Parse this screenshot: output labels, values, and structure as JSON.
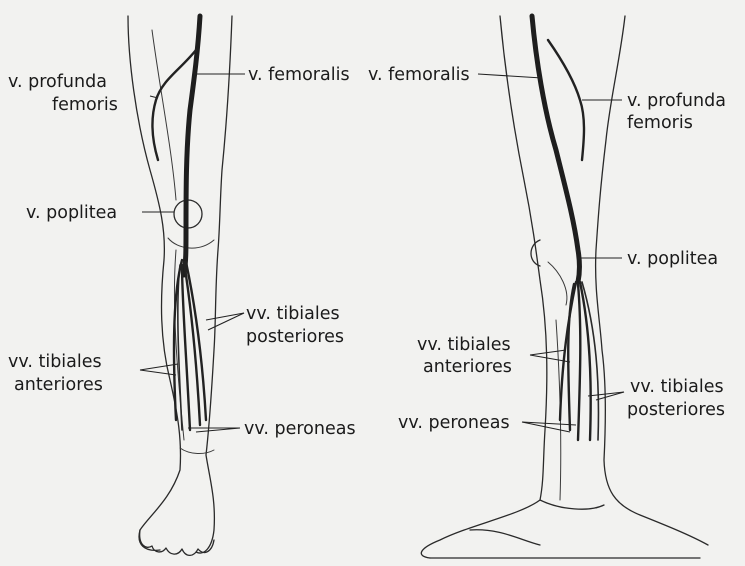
{
  "labels": {
    "left": {
      "profunda_line1": "v. profunda",
      "profunda_line2": "femoris",
      "femoralis": "v. femoralis",
      "poplitea": "v. poplitea",
      "tib_post_line1": "vv. tibiales",
      "tib_post_line2": "posteriores",
      "tib_ant_line1": "vv. tibiales",
      "tib_ant_line2": "anteriores",
      "peroneas": "vv. peroneas"
    },
    "right": {
      "femoralis": "v. femoralis",
      "profunda_line1": "v. profunda",
      "profunda_line2": "femoris",
      "poplitea": "v. poplitea",
      "tib_ant_line1": "vv. tibiales",
      "tib_ant_line2": "anteriores",
      "tib_post_line1": "vv. tibiales",
      "tib_post_line2": "posteriores",
      "peroneas": "vv. peroneas"
    }
  },
  "colors": {
    "background": "#f2f2f0",
    "ink": "#1e1e1e"
  }
}
